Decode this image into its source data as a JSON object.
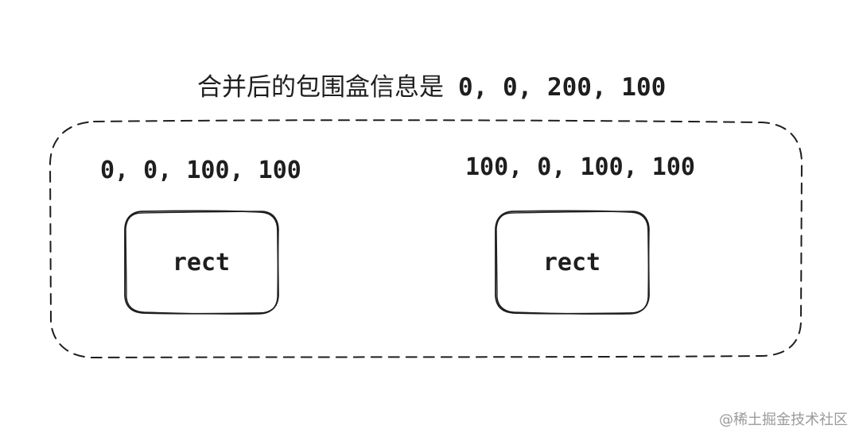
{
  "title": {
    "text": "合并后的包围盒信息是",
    "value": "0, 0, 200, 100"
  },
  "rects": [
    {
      "coords": "0, 0, 100, 100",
      "label": "rect"
    },
    {
      "coords": "100, 0, 100, 100",
      "label": "rect"
    }
  ],
  "watermark": "@稀土掘金技术社区",
  "colors": {
    "stroke": "#1e1e1e",
    "watermark": "#9a9a9a",
    "background": "#ffffff"
  }
}
